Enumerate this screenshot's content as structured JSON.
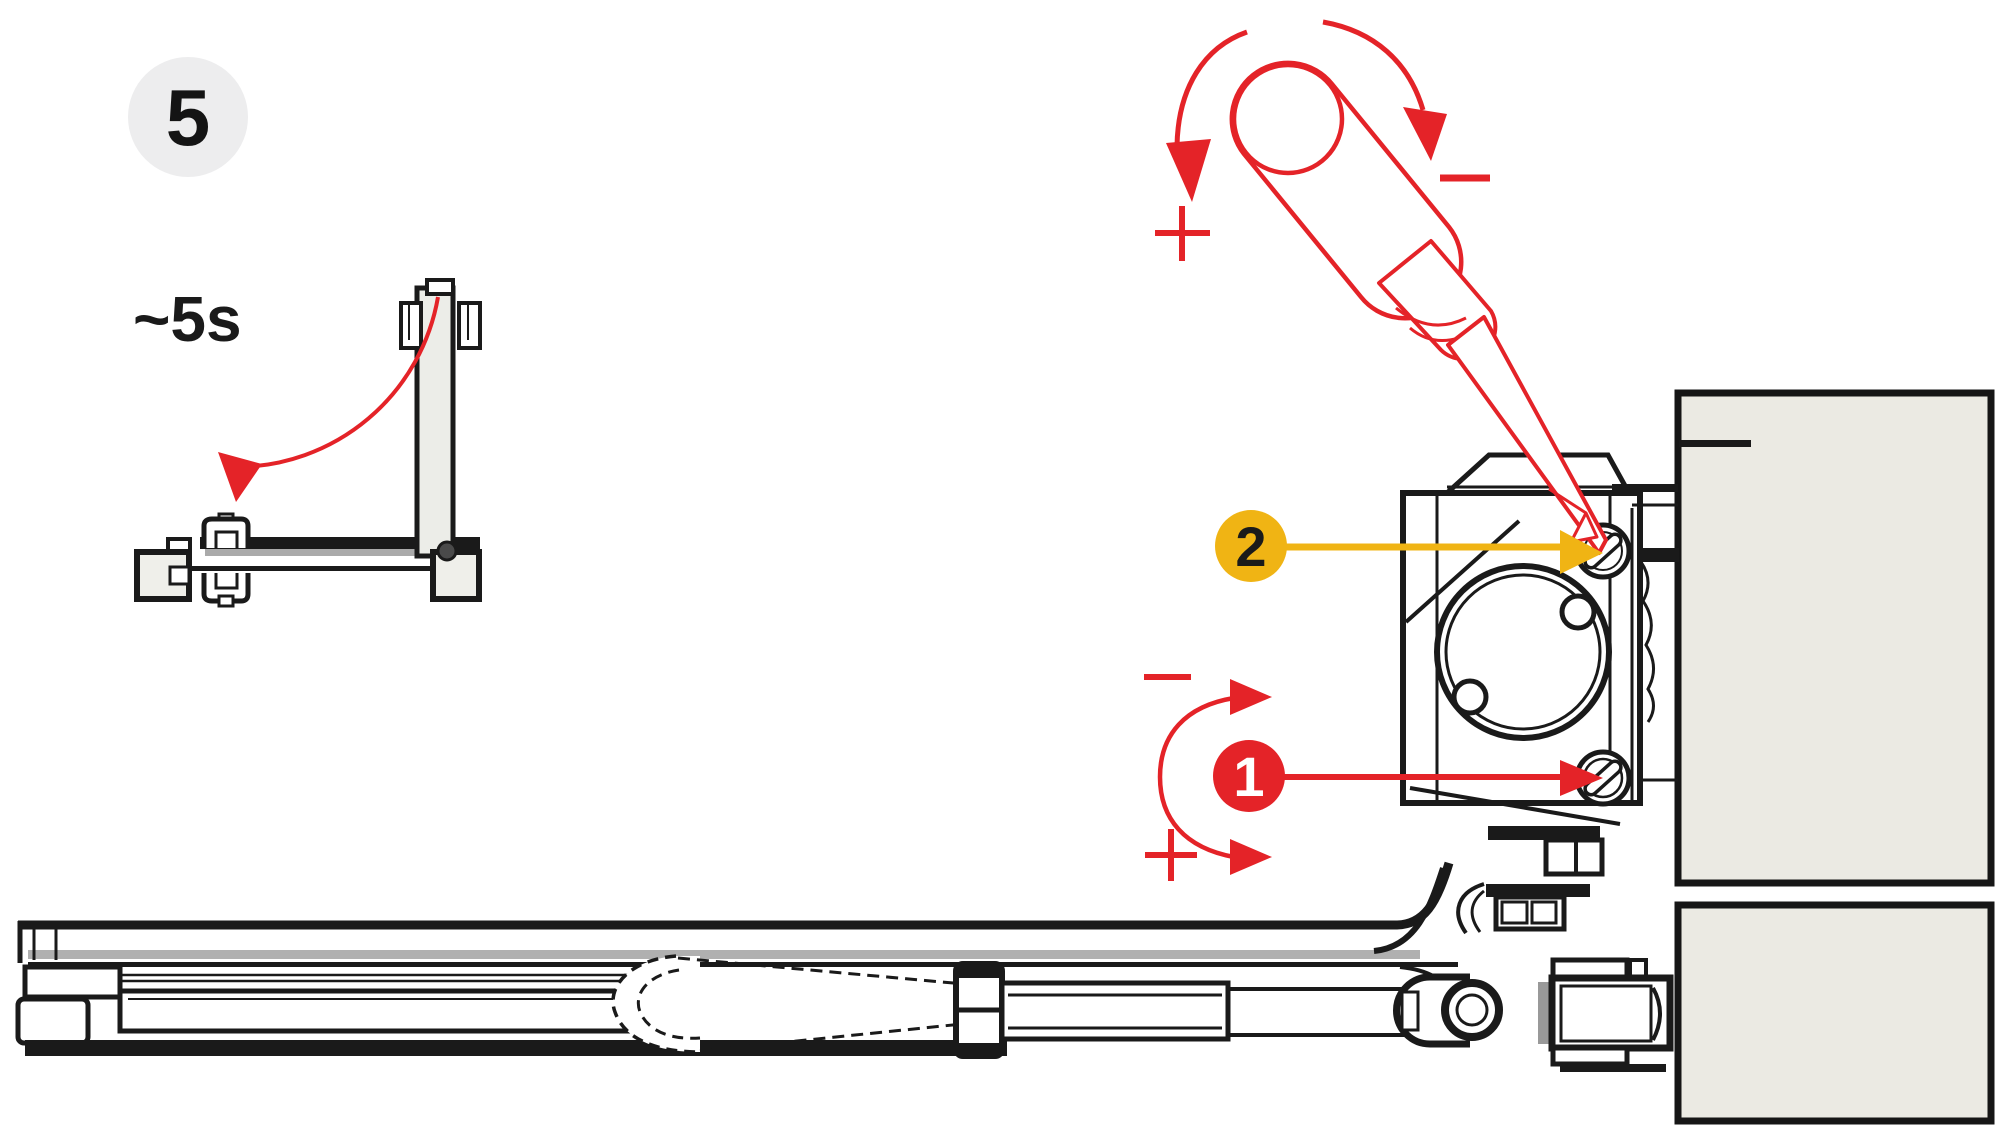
{
  "illustration": {
    "step_number": "5",
    "closing_time_label": "~5s",
    "callouts": [
      {
        "number": "1",
        "circle_color": "#e42328",
        "number_color": "#ffffff"
      },
      {
        "number": "2",
        "circle_color": "#f0b414",
        "number_color": "#1a1a1a"
      }
    ],
    "adjustment_symbols": {
      "increase": "+",
      "decrease": "−"
    },
    "colors": {
      "accent_red": "#e42328",
      "accent_yellow": "#f0b414",
      "line_black": "#1a1a1a",
      "profile_fill": "#ebeae3",
      "panel_fill": "#efefea",
      "badge_fill": "#ededee",
      "shadow_gray": "#b0b0b0"
    },
    "icons": [
      "step-badge",
      "screwdriver-icon",
      "rotate-ccw-arrow-icon",
      "rotate-cw-arrow-icon",
      "plus-icon",
      "minus-icon",
      "door-closing-arc-arrow-icon",
      "upper-adjustment-screw",
      "lower-adjustment-screw",
      "closer-body",
      "frame-profile",
      "door-leaf-profile"
    ]
  }
}
